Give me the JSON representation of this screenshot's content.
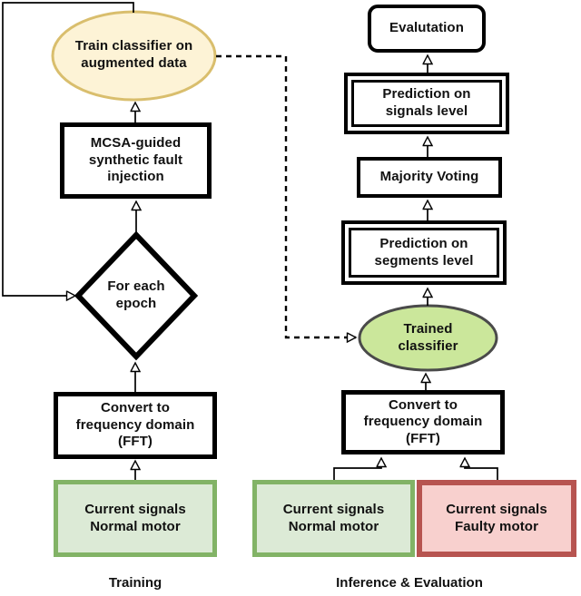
{
  "colors": {
    "train_ellipse_fill": "#fdf3d6",
    "train_ellipse_stroke": "#d9be6d",
    "classifier_fill": "#cbe79b",
    "classifier_stroke": "#4a4a4a",
    "normal_fill": "#dcead6",
    "normal_stroke": "#82b366",
    "faulty_fill": "#f8d0ce",
    "faulty_stroke": "#b75450",
    "node_border": "#000000"
  },
  "training": {
    "label": "Training",
    "train_classifier": "Train classifier on\naugmented data",
    "fault_injection": "MCSA-guided\nsynthetic fault\ninjection",
    "epoch_loop": "For each\nepoch",
    "fft": "Convert to\nfrequency domain\n(FFT)",
    "input_normal": "Current signals\nNormal motor"
  },
  "inference": {
    "label": "Inference & Evaluation",
    "evaluation": "Evalutation",
    "prediction_signals": "Prediction on\nsignals level",
    "majority_voting": "Majority Voting",
    "prediction_segments": "Prediction on\nsegments level",
    "trained_classifier": "Trained\nclassifier",
    "fft": "Convert to\nfrequency domain\n(FFT)",
    "input_normal": "Current signals\nNormal motor",
    "input_faulty": "Current signals\nFaulty motor"
  }
}
